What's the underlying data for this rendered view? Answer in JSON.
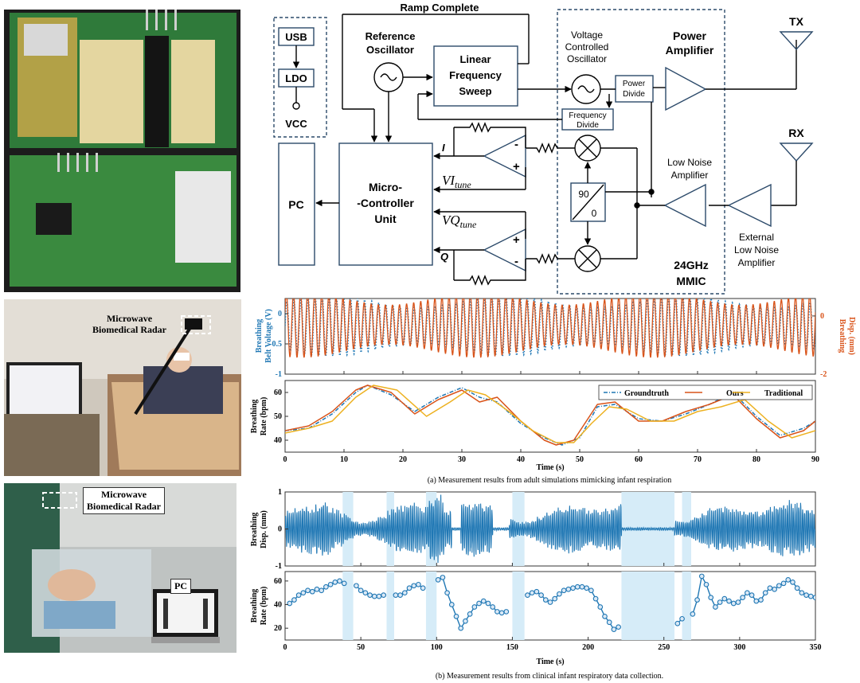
{
  "photos": {
    "pcb": {
      "label": ""
    },
    "adult": {
      "radar_label_1": "Microwave",
      "radar_label_2": "Biomedical Radar"
    },
    "infant": {
      "radar_label_1": "Microwave",
      "radar_label_2": "Biomedical Radar",
      "pc_label": "PC"
    }
  },
  "diagram": {
    "ramp_complete": "Ramp Complete",
    "usb": "USB",
    "ldo": "LDO",
    "vcc": "VCC",
    "ref_osc_1": "Reference",
    "ref_osc_2": "Oscillator",
    "lfs_1": "Linear",
    "lfs_2": "Frequency",
    "lfs_3": "Sweep",
    "vco_1": "Voltage",
    "vco_2": "Controlled",
    "vco_3": "Oscillator",
    "power_divide_1": "Power",
    "power_divide_2": "Divide",
    "freq_divide_1": "Frequency",
    "freq_divide_2": "Divide",
    "pa_1": "Power",
    "pa_2": "Amplifier",
    "tx": "TX",
    "rx": "RX",
    "lna_1": "Low Noise",
    "lna_2": "Amplifier",
    "ext_lna_1": "External",
    "ext_lna_2": "Low Noise",
    "ext_lna_3": "Amplifier",
    "pc": "PC",
    "mcu_1": "Micro-",
    "mcu_2": "-Controller",
    "mcu_3": "Unit",
    "i_label": "I",
    "q_label": "Q",
    "vi_tune": "VI",
    "vi_sub": "tune",
    "vq_tune": "VQ",
    "vq_sub": "tune",
    "phase_90": "90",
    "phase_0": "0",
    "mmic_1": "24GHz",
    "mmic_2": "MMIC",
    "minus": "-",
    "plus": "+"
  },
  "captions": {
    "a": "(a) Measurement results from adult simulations mimicking infant respiration",
    "b": "(b) Measurement results from clinical infant respiratory data collection."
  },
  "colors": {
    "blue": "#1f77b4",
    "orange": "#d95319",
    "yellow": "#edb120",
    "lightblue": "#d6ecf8"
  },
  "chart_data": [
    {
      "type": "line",
      "id": "adult_disp",
      "ylabel_left_1": "Breathing",
      "ylabel_left_2": "Belt Voltage (V)",
      "ylabel_right_1": "Breathing",
      "ylabel_right_2": "Disp. (mm)",
      "xlim": [
        0,
        90
      ],
      "ylim_left": [
        -1,
        0.25
      ],
      "yticks_left": [
        "0",
        "-0.5",
        "-1"
      ],
      "ylim_right": [
        -2,
        0.6
      ],
      "yticks_right": [
        "0",
        "-2"
      ],
      "series": [
        {
          "style": "dotted",
          "color": "#1f77b4",
          "axis": "left",
          "amplitude": 0.4,
          "offset": -0.2,
          "rate_bpm": 50
        },
        {
          "style": "solid",
          "color": "#d95319",
          "axis": "right",
          "amplitude": 0.9,
          "offset": -0.3,
          "rate_bpm": 50
        }
      ]
    },
    {
      "type": "line",
      "id": "adult_rate",
      "ylabel_1": "Breathing",
      "ylabel_2": "Rate (bpm)",
      "xlabel": "Time (s)",
      "xlim": [
        0,
        90
      ],
      "xticks": [
        0,
        10,
        20,
        30,
        40,
        50,
        60,
        70,
        80,
        90
      ],
      "ylim": [
        35,
        65
      ],
      "yticks": [
        40,
        50,
        60
      ],
      "legend_position": "top-right",
      "series": [
        {
          "name": "Groundtruth",
          "style": "dashdot",
          "color": "#1f77b4",
          "x": [
            0,
            4,
            8,
            12,
            14,
            18,
            22,
            26,
            30,
            33,
            36,
            40,
            44,
            47,
            50,
            53,
            56,
            60,
            64,
            68,
            72,
            76,
            80,
            84,
            88,
            90
          ],
          "y": [
            44,
            45,
            51,
            60,
            63,
            59,
            52,
            58,
            62,
            58,
            56,
            47,
            41,
            38,
            41,
            54,
            55,
            49,
            48,
            51,
            55,
            60,
            50,
            42,
            45,
            48
          ]
        },
        {
          "name": "Ours",
          "style": "solid",
          "color": "#d95319",
          "x": [
            0,
            4,
            8,
            12,
            14,
            18,
            22,
            26,
            30,
            33,
            36,
            40,
            44,
            46,
            49,
            53,
            56,
            60,
            64,
            68,
            72,
            76,
            80,
            84,
            88,
            90
          ],
          "y": [
            44,
            46,
            52,
            61,
            63,
            60,
            51,
            57,
            61,
            56,
            58,
            48,
            40,
            38,
            40,
            55,
            56,
            48,
            48,
            52,
            55,
            59,
            49,
            41,
            44,
            48
          ]
        },
        {
          "name": "Traditional",
          "style": "solid",
          "color": "#edb120",
          "x": [
            0,
            4,
            8,
            12,
            15,
            19,
            24,
            28,
            31,
            34,
            38,
            42,
            46,
            49,
            52,
            55,
            58,
            62,
            66,
            70,
            74,
            78,
            82,
            86,
            90
          ],
          "y": [
            43,
            45,
            48,
            58,
            63,
            61,
            50,
            56,
            61,
            59,
            52,
            44,
            39,
            39,
            47,
            54,
            53,
            48,
            48,
            52,
            54,
            57,
            48,
            41,
            44
          ]
        }
      ]
    },
    {
      "type": "line",
      "id": "infant_disp",
      "ylabel_1": "Breathing",
      "ylabel_2": "Disp. (mm)",
      "xlim": [
        0,
        350
      ],
      "ylim": [
        -1,
        1
      ],
      "yticks": [
        1,
        0,
        -1
      ],
      "highlight_regions": [
        [
          38,
          45
        ],
        [
          67,
          72
        ],
        [
          93,
          100
        ],
        [
          150,
          158
        ],
        [
          222,
          257
        ],
        [
          262,
          268
        ]
      ],
      "series": [
        {
          "style": "solid",
          "color": "#1f77b4"
        }
      ]
    },
    {
      "type": "scatter",
      "id": "infant_rate",
      "ylabel_1": "Breathing",
      "ylabel_2": "Rate (bpm)",
      "xlabel": "Time (s)",
      "xlim": [
        0,
        350
      ],
      "xticks": [
        0,
        50,
        100,
        150,
        200,
        250,
        300,
        350
      ],
      "ylim": [
        10,
        68
      ],
      "yticks": [
        20,
        40,
        60
      ],
      "highlight_regions": [
        [
          38,
          45
        ],
        [
          67,
          72
        ],
        [
          93,
          100
        ],
        [
          150,
          158
        ],
        [
          222,
          257
        ],
        [
          262,
          268
        ]
      ],
      "series": [
        {
          "color": "#1f77b4",
          "segments": [
            {
              "x": [
                3,
                6,
                9,
                12,
                15,
                18,
                21,
                24,
                27,
                30,
                33,
                36,
                39
              ],
              "y": [
                41,
                44,
                48,
                50,
                52,
                51,
                53,
                52,
                55,
                57,
                59,
                60,
                58
              ]
            },
            {
              "x": [
                47,
                50,
                53,
                56,
                59,
                62,
                65
              ],
              "y": [
                56,
                52,
                50,
                48,
                47,
                47,
                48
              ]
            },
            {
              "x": [
                73,
                76,
                79,
                82,
                85,
                88,
                91
              ],
              "y": [
                48,
                48,
                50,
                54,
                56,
                57,
                54
              ]
            },
            {
              "x": [
                101,
                104,
                107,
                110,
                113,
                116,
                119,
                122,
                125,
                128,
                131,
                134,
                137,
                140,
                143,
                146
              ],
              "y": [
                61,
                63,
                50,
                40,
                30,
                20,
                26,
                32,
                38,
                41,
                43,
                41,
                38,
                34,
                33,
                34
              ]
            },
            {
              "x": [
                160,
                163,
                166,
                169,
                172,
                175,
                178,
                181,
                184,
                187,
                190,
                193,
                196,
                199,
                202,
                205,
                208,
                211,
                214,
                217,
                220
              ],
              "y": [
                48,
                50,
                51,
                48,
                44,
                42,
                45,
                49,
                52,
                53,
                54,
                55,
                55,
                54,
                52,
                45,
                38,
                30,
                25,
                19,
                21
              ]
            },
            {
              "x": [
                259,
                262
              ],
              "y": [
                24,
                28
              ]
            },
            {
              "x": [
                269,
                272,
                275,
                278,
                281,
                284,
                287,
                290,
                293,
                296,
                299,
                302,
                305,
                308,
                311,
                314,
                317,
                320,
                323,
                326,
                329,
                332,
                335,
                338,
                341,
                344,
                347,
                350
              ],
              "y": [
                32,
                44,
                64,
                57,
                46,
                38,
                42,
                45,
                43,
                41,
                42,
                46,
                50,
                48,
                43,
                44,
                50,
                54,
                53,
                56,
                58,
                61,
                59,
                54,
                50,
                48,
                47,
                46
              ]
            }
          ]
        }
      ]
    }
  ]
}
